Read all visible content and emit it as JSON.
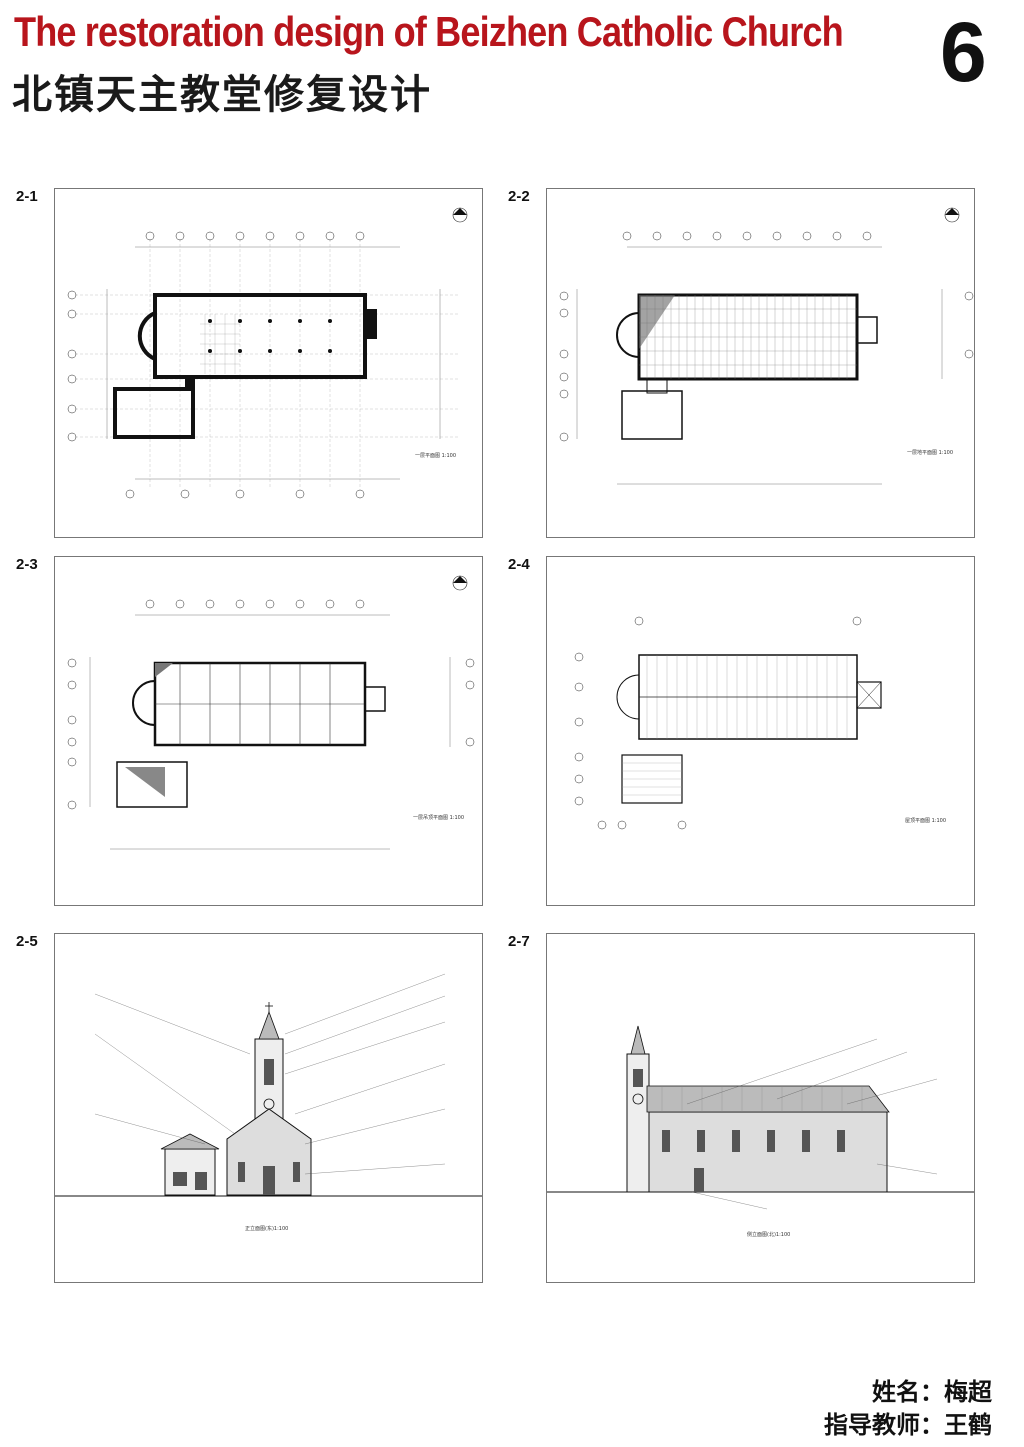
{
  "header": {
    "title_en": "The restoration design of Beizhen Catholic Church",
    "title_cn": "北镇天主教堂修复设计",
    "page_number": "6"
  },
  "panels": [
    {
      "id": "2-1",
      "label": "2-1",
      "caption": "一层平面图 1:100"
    },
    {
      "id": "2-2",
      "label": "2-2",
      "caption": "一层地平面图 1:100"
    },
    {
      "id": "2-3",
      "label": "2-3",
      "caption": "一层吊顶平面图 1:100"
    },
    {
      "id": "2-4",
      "label": "2-4",
      "caption": "屋顶平面图 1:100"
    },
    {
      "id": "2-5",
      "label": "2-5",
      "caption": "正立面图(东)1:100"
    },
    {
      "id": "2-7",
      "label": "2-7",
      "caption": "侧立面图(北)1:100"
    }
  ],
  "credits": {
    "name_line": "姓名：梅超",
    "advisor_line": "指导教师：王鹤"
  }
}
